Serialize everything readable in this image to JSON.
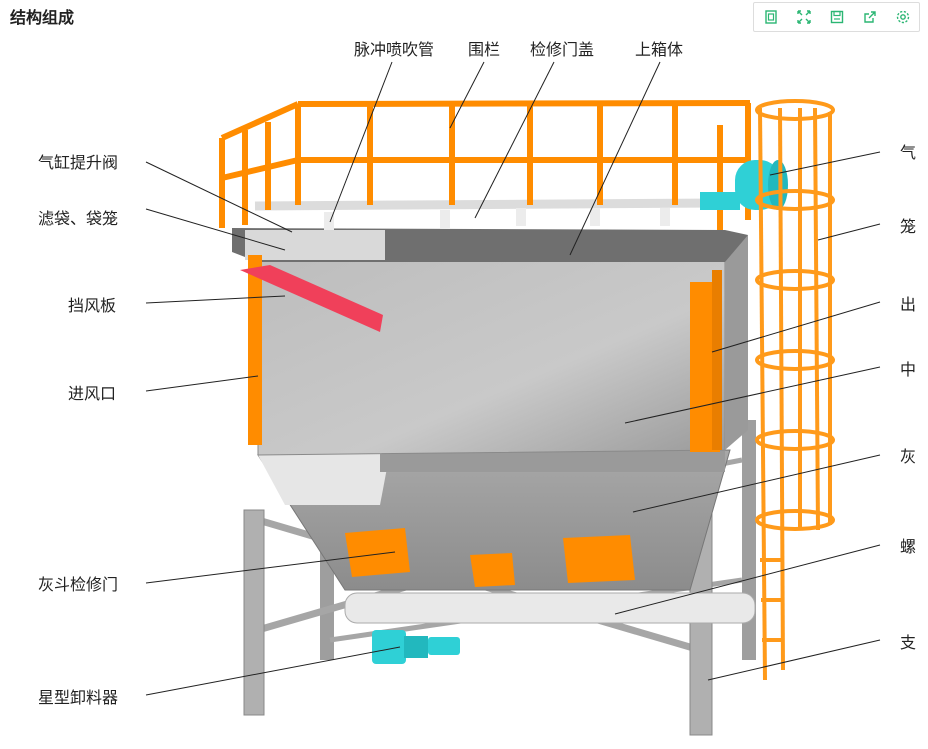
{
  "title": "结构组成",
  "toolbar": {
    "buttons": [
      {
        "icon": "restore-icon"
      },
      {
        "icon": "fullscreen-icon"
      },
      {
        "icon": "save-image-icon"
      },
      {
        "icon": "share-icon"
      },
      {
        "icon": "settings-icon"
      }
    ],
    "accent": "#2bb673"
  },
  "labels": {
    "pulse_pipe": "脉冲喷吹管",
    "railing": "围栏",
    "access_cover": "检修门盖",
    "upper_box": "上箱体",
    "cylinder_valve": "气缸提升阀",
    "filter_bag": "滤袋、袋笼",
    "baffle": "挡风板",
    "inlet": "进风口",
    "hopper_door": "灰斗检修门",
    "star_unloader": "星型卸料器",
    "right_air": "气",
    "right_cage": "笼",
    "right_outlet": "出",
    "right_middle": "中",
    "right_hopper": "灰",
    "right_screw": "螺",
    "right_support": "支"
  },
  "colors": {
    "steel": "#b8b8b8",
    "orange": "#ff8c00",
    "cyan": "#2fd0d6"
  }
}
